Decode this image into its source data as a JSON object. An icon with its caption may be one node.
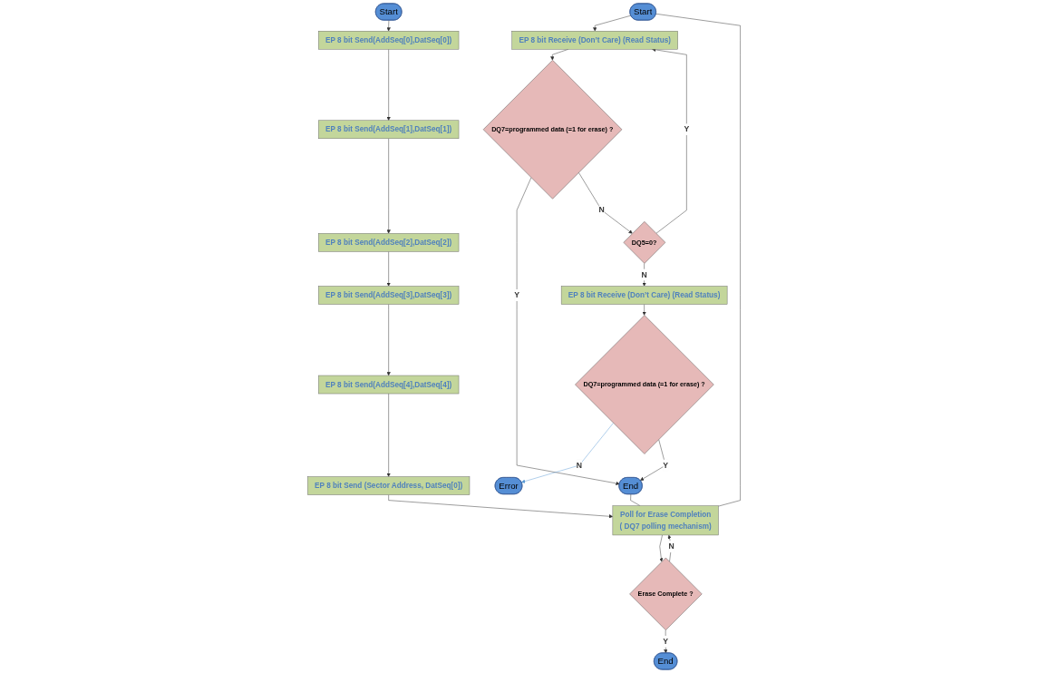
{
  "diagram": {
    "nodes": [
      {
        "text": [
          "Start"
        ]
      },
      {
        "text": [
          "EP 8 bit Send(AddSeq[0],DatSeq[0])"
        ]
      },
      {
        "text": [
          "EP 8 bit Send(AddSeq[1],DatSeq[1])"
        ]
      },
      {
        "text": [
          "EP 8 bit Send(AddSeq[2],DatSeq[2])"
        ]
      },
      {
        "text": [
          "EP 8 bit Send(AddSeq[3],DatSeq[3])"
        ]
      },
      {
        "text": [
          "EP 8 bit Send(AddSeq[4],DatSeq[4])"
        ]
      },
      {
        "text": [
          "EP 8 bit Send (Sector Address, DatSeq[0])"
        ]
      },
      {
        "text": [
          "Poll for Erase Completion",
          "( DQ7 polling mechanism)"
        ]
      },
      {
        "text": [
          "Erase Complete ?"
        ]
      },
      {
        "text": [
          "End"
        ]
      },
      {
        "text": [
          "Start"
        ]
      },
      {
        "text": [
          "EP 8 bit Receive (Don’t Care) (Read Status)"
        ]
      },
      {
        "text": [
          "DQ7=programmed data (=1 for erase) ?"
        ]
      },
      {
        "text": [
          "DQ5=0?"
        ]
      },
      {
        "text": [
          "EP 8 bit Receive (Don’t Care) (Read Status)"
        ]
      },
      {
        "text": [
          "DQ7=programmed data (=1 for erase) ?"
        ]
      },
      {
        "text": [
          "Error"
        ]
      },
      {
        "text": [
          "End"
        ]
      }
    ],
    "edges": [
      {
        "from": 0,
        "to": 1,
        "arrow": "to"
      },
      {
        "from": 1,
        "to": 2,
        "arrow": "to"
      },
      {
        "from": 2,
        "to": 3,
        "arrow": "to"
      },
      {
        "from": 3,
        "to": 4,
        "arrow": "to"
      },
      {
        "from": 4,
        "to": 5,
        "arrow": "to"
      },
      {
        "from": 5,
        "to": 6,
        "arrow": "to"
      },
      {
        "from": 6,
        "to": 7,
        "arrow": "to"
      },
      {
        "from": 7,
        "to": 8,
        "arrow": "to"
      },
      {
        "from": 8,
        "to": 7,
        "label": "N",
        "arrow": "to"
      },
      {
        "from": 8,
        "to": 9,
        "label": "Y",
        "arrow": "to"
      },
      {
        "from": 10,
        "to": 11,
        "arrow": "to"
      },
      {
        "from": 11,
        "to": 12,
        "arrow": "to"
      },
      {
        "from": 12,
        "to": 17,
        "label": "Y",
        "arrow": "to"
      },
      {
        "from": 12,
        "to": 13,
        "label": "N",
        "arrow": "to"
      },
      {
        "from": 13,
        "to": 11,
        "label": "Y",
        "arrow": "to"
      },
      {
        "from": 13,
        "to": 14,
        "label": "N",
        "arrow": "to"
      },
      {
        "from": 14,
        "to": 15,
        "arrow": "to"
      },
      {
        "from": 15,
        "to": 16,
        "label": "N",
        "arrow": "to",
        "color": "#5b9bd5"
      },
      {
        "from": 15,
        "to": 17,
        "label": "Y",
        "arrow": "to"
      },
      {
        "from": 7,
        "to": 10,
        "arrow": "none"
      },
      {
        "from": 7,
        "to": 17,
        "arrow": "none"
      }
    ]
  }
}
